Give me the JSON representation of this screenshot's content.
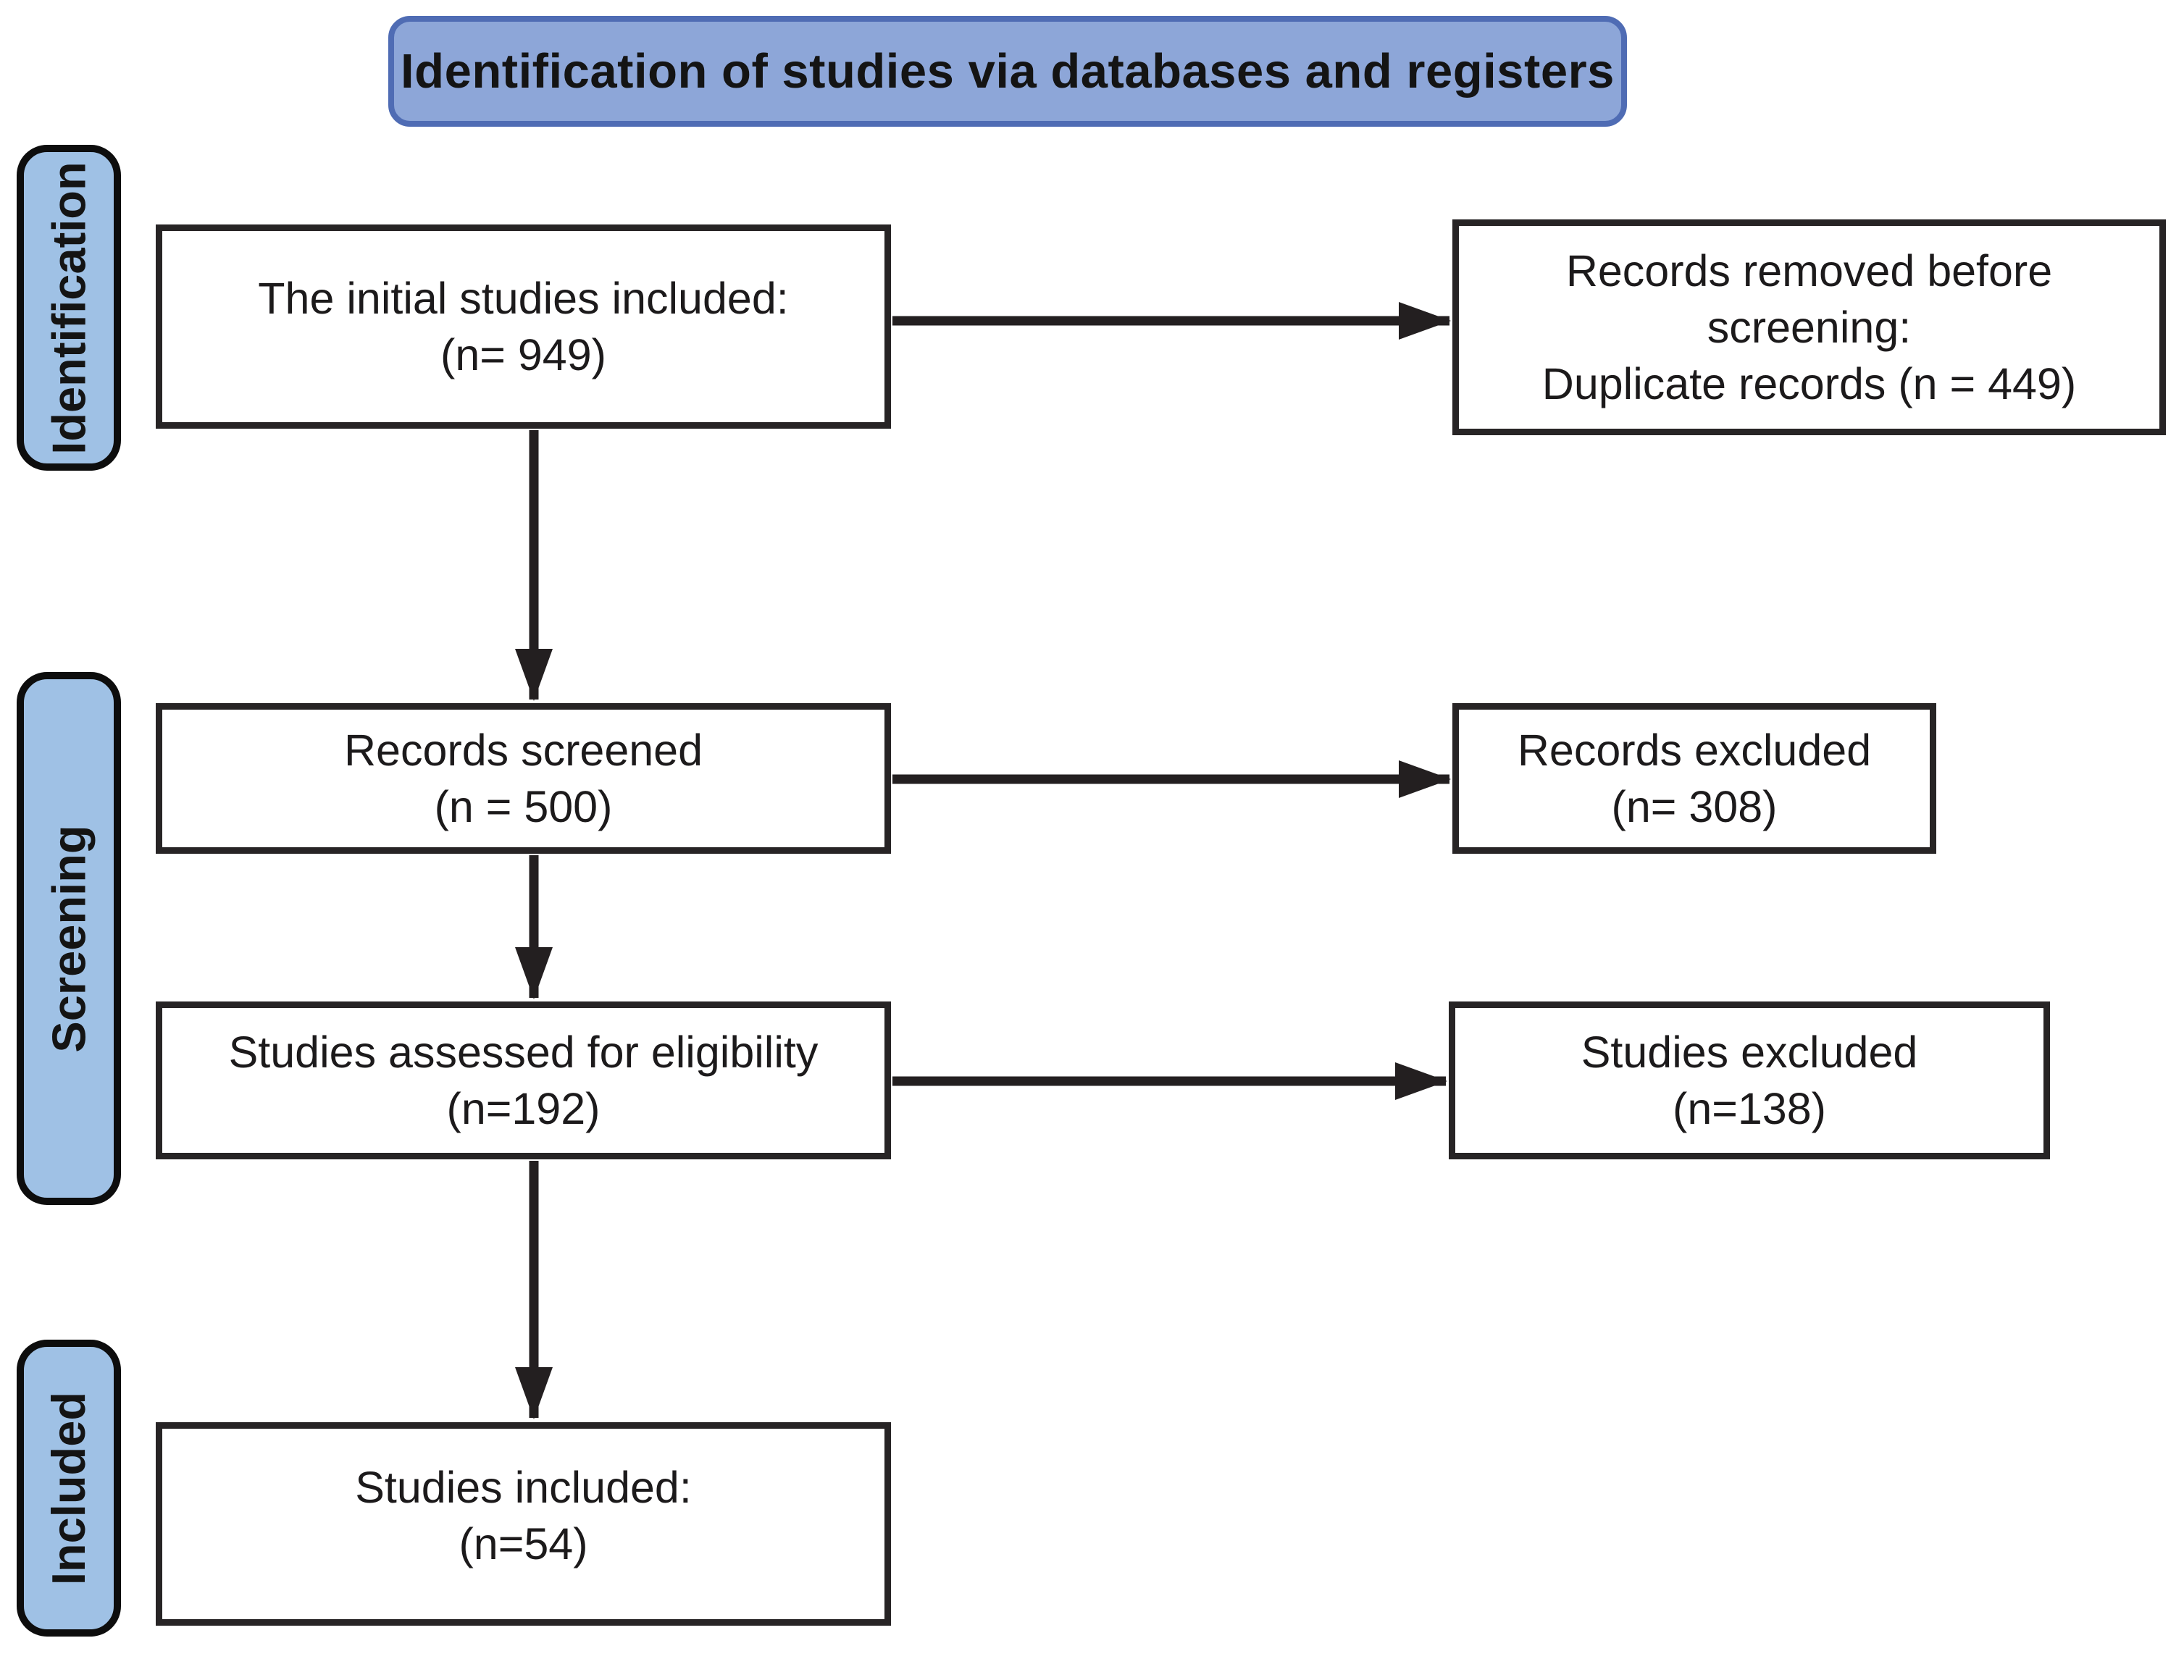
{
  "title": "Identification of studies via databases and registers",
  "stages": [
    {
      "label": "Identification"
    },
    {
      "label": "Screening"
    },
    {
      "label": "Included"
    }
  ],
  "boxes": {
    "initial": {
      "line1": "The initial studies included:",
      "line2": "(n= 949)"
    },
    "removed": {
      "line1": "Records removed before screening:",
      "line2": "Duplicate records (n = 449)"
    },
    "screened": {
      "line1": "Records screened",
      "line2": "(n = 500)"
    },
    "records_excluded": {
      "line1": "Records excluded",
      "line2": "(n= 308)"
    },
    "assessed": {
      "line1": "Studies assessed for eligibility",
      "line2": "(n=192)"
    },
    "studies_excluded": {
      "line1": "Studies excluded",
      "line2": "(n=138)"
    },
    "included": {
      "line1": "Studies included:",
      "line2": "(n=54)"
    }
  },
  "colors": {
    "header_fill": "#8da6d8",
    "header_border": "#4f6cb4",
    "stage_tab_fill": "#9fc1e5",
    "box_border": "#272425",
    "arrow": "#231f20"
  }
}
